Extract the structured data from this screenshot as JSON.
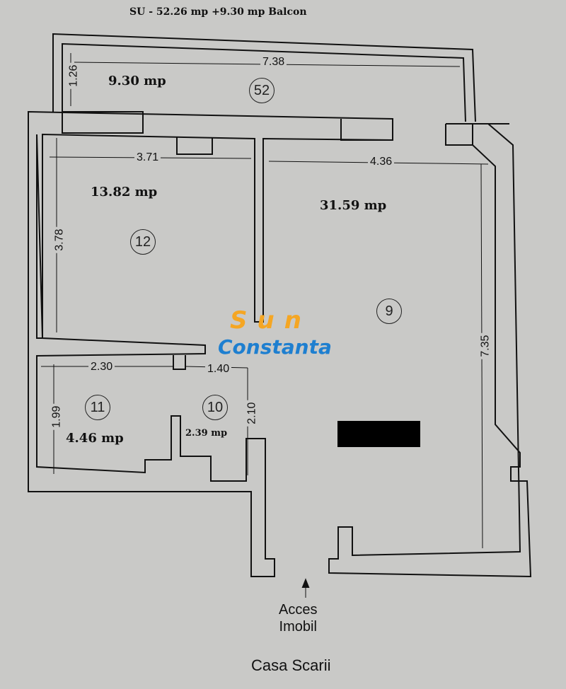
{
  "title": "SU - 52.26 mp +9.30 mp Balcon",
  "rooms": [
    {
      "number": "52",
      "area": "9.30 mp"
    },
    {
      "number": "12",
      "area": "13.82 mp"
    },
    {
      "number": "9",
      "area": "31.59 mp"
    },
    {
      "number": "11",
      "area": "4.46 mp"
    },
    {
      "number": "10",
      "area": "2.39 mp"
    }
  ],
  "dimensions": {
    "balcony_width": "7.38",
    "balcony_depth": "1.26",
    "room12_width": "3.71",
    "room12_depth": "3.78",
    "room9_width": "4.36",
    "room9_depth": "7.35",
    "room11_width": "2.30",
    "room11_depth": "1.99",
    "room10_width": "1.40",
    "room10_depth": "2.10"
  },
  "watermark": {
    "line1": "Sun",
    "line2": "Constanta"
  },
  "labels": {
    "access": "Acces\nImobil",
    "access_line1": "Acces",
    "access_line2": "Imobil",
    "stairs": "Casa Scarii"
  }
}
